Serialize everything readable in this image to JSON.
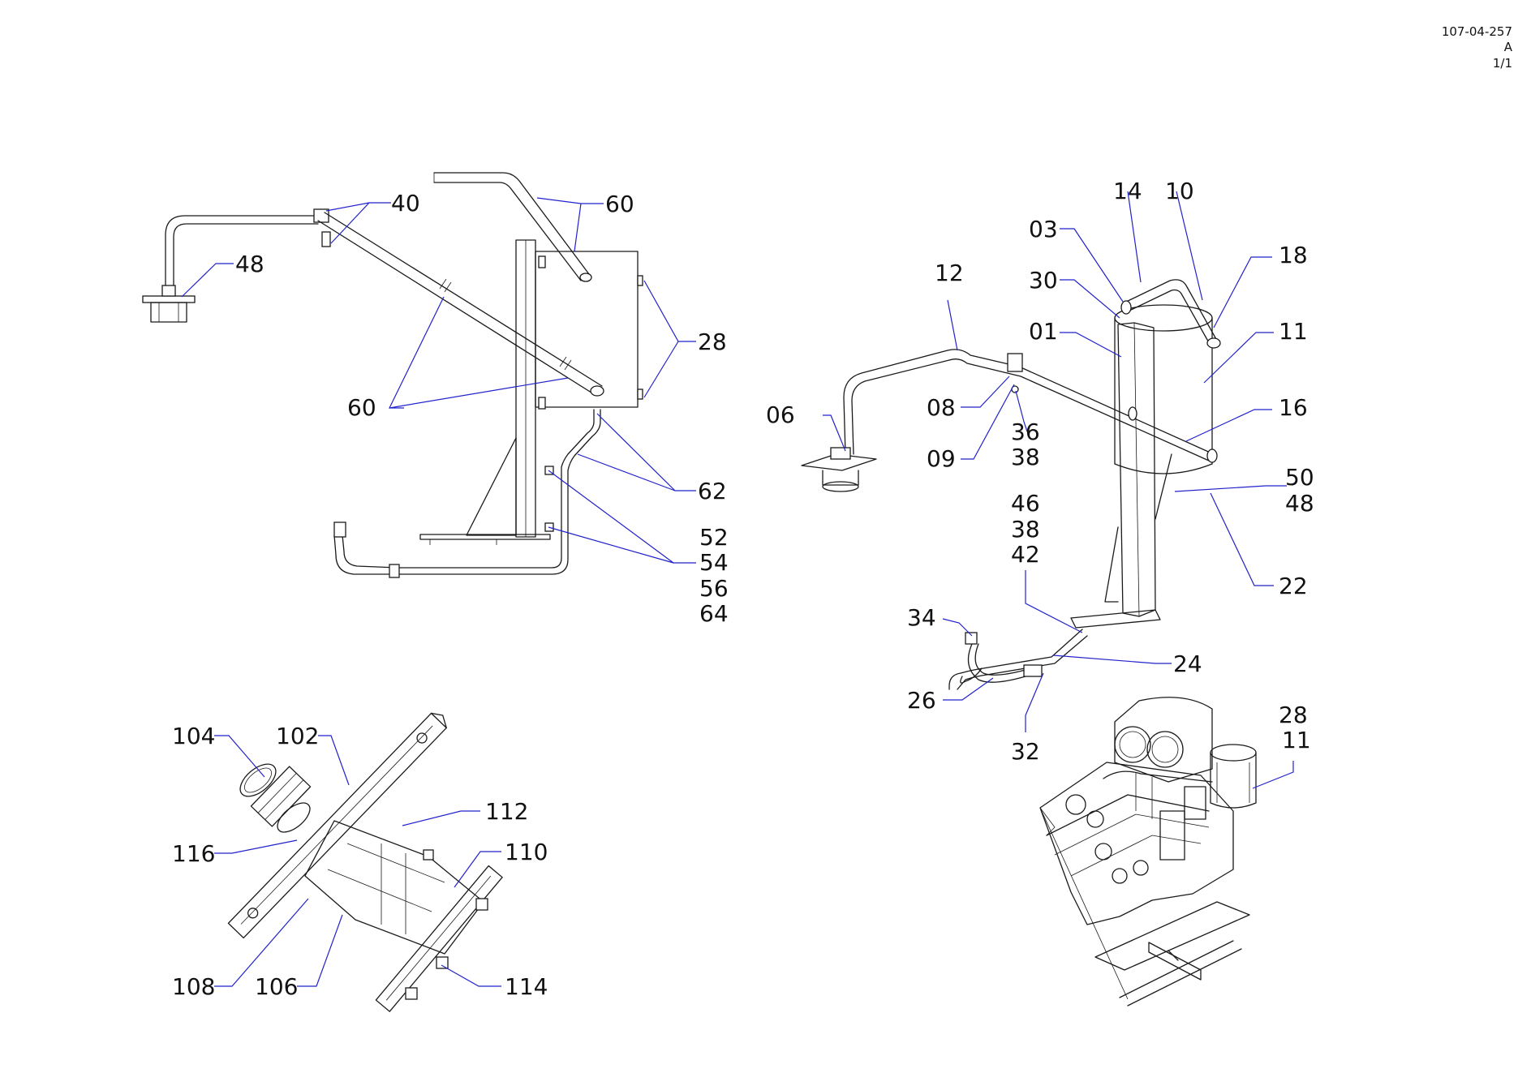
{
  "title_block": {
    "drawing_number": "107-04-257",
    "revision": "A",
    "sheet": "1/1"
  },
  "view_upper_left": {
    "callouts": [
      "40",
      "48",
      "60",
      "60",
      "28",
      "62",
      "52",
      "54",
      "56",
      "64"
    ]
  },
  "view_upper_right": {
    "callouts": [
      "14",
      "10",
      "03",
      "18",
      "30",
      "12",
      "01",
      "11",
      "08",
      "36",
      "38",
      "16",
      "06",
      "09",
      "50",
      "48",
      "46",
      "38",
      "42",
      "22",
      "34",
      "24",
      "26",
      "32"
    ]
  },
  "view_detail": {
    "callouts": [
      "28",
      "11"
    ]
  },
  "view_lower_left": {
    "callouts": [
      "104",
      "102",
      "112",
      "110",
      "116",
      "108",
      "106",
      "114"
    ]
  },
  "colors": {
    "leader": "#2222cc",
    "linework": "#1a1a1a",
    "background": "#ffffff"
  }
}
